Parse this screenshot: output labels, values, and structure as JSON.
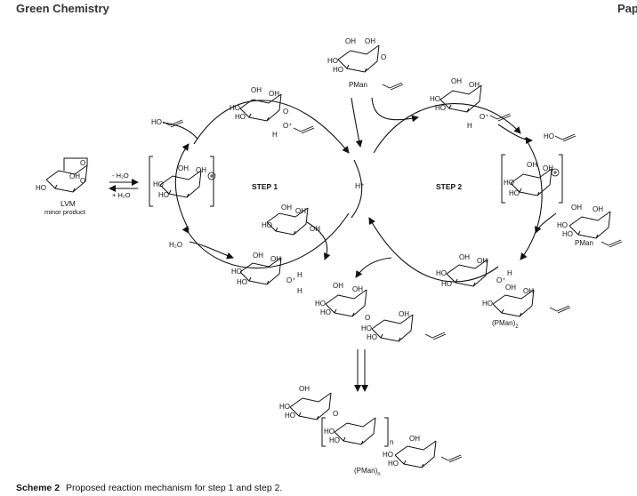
{
  "header": {
    "journal": "Green Chemistry",
    "section": "Paper"
  },
  "scheme": {
    "step1": "STEP 1",
    "step2": "STEP 2",
    "proton": "H⁺",
    "lvm": "LVM",
    "lvm_note": "minor product",
    "minus_water": "- H₂O",
    "plus_water": "+ H₂O",
    "water": "H₂O",
    "propargyl_alcohol": "HO",
    "pman": "PMan",
    "pman2_main": "(PMan)",
    "pman2_sub": "2",
    "pmann_main": "(PMan)",
    "pmann_sub": "n",
    "oh": "OH",
    "ho": "HO",
    "o": "O",
    "h": "H",
    "oplus": "O⁺",
    "n": "n"
  },
  "caption": {
    "label": "Scheme 2",
    "text": "Proposed reaction mechanism for step 1 and step 2."
  }
}
